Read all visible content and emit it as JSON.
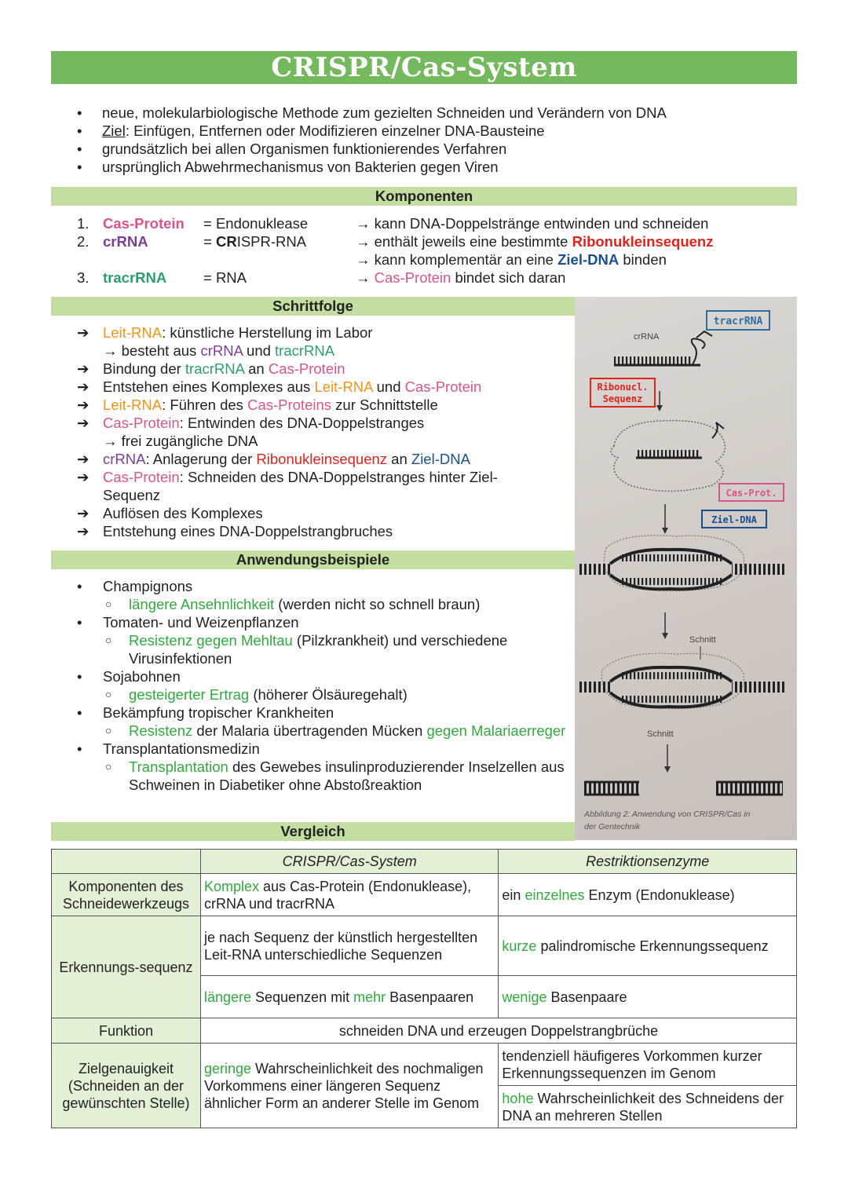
{
  "title": "CRISPR/Cas-System",
  "intro": [
    {
      "parts": [
        {
          "t": "neue, molekularbiologische Methode zum gezielten Schneiden und Verändern von DNA",
          "c": ""
        }
      ]
    },
    {
      "parts": [
        {
          "t": "Ziel",
          "c": "u"
        },
        {
          "t": ": Einfügen, Entfernen oder Modifizieren einzelner DNA-Bausteine",
          "c": ""
        }
      ]
    },
    {
      "parts": [
        {
          "t": "grundsätzlich bei allen Organismen funktionierendes Verfahren",
          "c": ""
        }
      ]
    },
    {
      "parts": [
        {
          "t": "ursprünglich Abwehrmechanismus von Bakterien gegen Viren",
          "c": ""
        }
      ]
    }
  ],
  "headings": {
    "komponenten": "Komponenten",
    "schrittfolge": "Schrittfolge",
    "anwendungen": "Anwendungsbeispiele",
    "vergleich": "Vergleich"
  },
  "components": [
    {
      "num": "1.",
      "name": "Cas-Protein",
      "color": "pink",
      "eq": "= Endonuklease",
      "desc": [
        {
          "t": "→ kann DNA-Doppelstränge entwinden und schneiden",
          "c": ""
        }
      ]
    },
    {
      "num": "2.",
      "name": "crRNA",
      "color": "purple",
      "eq_pre": "= ",
      "eq_bold": "CR",
      "eq_post": "ISPR-RNA",
      "desc": [
        {
          "t": "→ enthält jeweils eine bestimmte ",
          "c": ""
        },
        {
          "t": "Ribonukleinsequenz",
          "c": "red bold"
        }
      ]
    },
    {
      "num": "",
      "name": "",
      "color": "",
      "eq": "",
      "desc": [
        {
          "t": "→ kann komplementär an eine ",
          "c": ""
        },
        {
          "t": "Ziel-DNA",
          "c": "navy bold"
        },
        {
          "t": " binden",
          "c": ""
        }
      ]
    },
    {
      "num": "3.",
      "name": "tracrRNA",
      "color": "teal",
      "eq": "= RNA",
      "desc": [
        {
          "t": "→ ",
          "c": ""
        },
        {
          "t": "Cas-Protein",
          "c": "pink"
        },
        {
          "t": " bindet sich daran",
          "c": ""
        }
      ]
    }
  ],
  "steps": [
    {
      "arrow": true,
      "parts": [
        {
          "t": "Leit-RNA",
          "c": "orange"
        },
        {
          "t": ": künstliche Herstellung im Labor",
          "c": ""
        }
      ]
    },
    {
      "arrow": false,
      "parts": [
        {
          "t": "→ besteht aus ",
          "c": ""
        },
        {
          "t": "crRNA",
          "c": "purple"
        },
        {
          "t": " und ",
          "c": ""
        },
        {
          "t": "tracrRNA",
          "c": "teal"
        }
      ]
    },
    {
      "arrow": true,
      "parts": [
        {
          "t": "Bindung der ",
          "c": ""
        },
        {
          "t": "tracrRNA",
          "c": "teal"
        },
        {
          "t": " an ",
          "c": ""
        },
        {
          "t": "Cas-Protein",
          "c": "pink"
        }
      ]
    },
    {
      "arrow": true,
      "parts": [
        {
          "t": "Entstehen eines Komplexes aus ",
          "c": ""
        },
        {
          "t": "Leit-RNA",
          "c": "orange"
        },
        {
          "t": " und ",
          "c": ""
        },
        {
          "t": "Cas-Protein",
          "c": "pink"
        }
      ]
    },
    {
      "arrow": true,
      "parts": [
        {
          "t": "Leit-RNA",
          "c": "orange"
        },
        {
          "t": ": Führen des ",
          "c": ""
        },
        {
          "t": "Cas-Proteins",
          "c": "pink"
        },
        {
          "t": " zur Schnittstelle",
          "c": ""
        }
      ]
    },
    {
      "arrow": true,
      "parts": [
        {
          "t": "Cas-Protein",
          "c": "pink"
        },
        {
          "t": ": Entwinden des DNA-Doppelstranges",
          "c": ""
        }
      ]
    },
    {
      "arrow": false,
      "parts": [
        {
          "t": "→ frei zugängliche DNA",
          "c": ""
        }
      ]
    },
    {
      "arrow": true,
      "parts": [
        {
          "t": "crRNA",
          "c": "purple"
        },
        {
          "t": ": Anlagerung der ",
          "c": ""
        },
        {
          "t": "Ribonukleinsequenz",
          "c": "red"
        },
        {
          "t": " an ",
          "c": ""
        },
        {
          "t": "Ziel-DNA",
          "c": "navy"
        }
      ]
    },
    {
      "arrow": true,
      "parts": [
        {
          "t": "Cas-Protein",
          "c": "pink"
        },
        {
          "t": ": Schneiden des DNA-Doppelstranges hinter Ziel-",
          "c": ""
        }
      ]
    },
    {
      "arrow": false,
      "parts": [
        {
          "t": "Sequenz",
          "c": ""
        }
      ]
    },
    {
      "arrow": true,
      "parts": [
        {
          "t": "Auflösen des Komplexes",
          "c": ""
        }
      ]
    },
    {
      "arrow": true,
      "parts": [
        {
          "t": "Entstehung eines DNA-Doppelstrangbruches",
          "c": ""
        }
      ]
    }
  ],
  "applications": [
    {
      "label": "Champignons",
      "sub": [
        [
          {
            "t": "längere Ansehnlichkeit",
            "c": "green"
          },
          {
            "t": " (werden nicht so schnell braun)",
            "c": ""
          }
        ]
      ]
    },
    {
      "label": "Tomaten- und Weizenpflanzen",
      "sub": [
        [
          {
            "t": "Resistenz gegen Mehltau",
            "c": "green"
          },
          {
            "t": " (Pilzkrankheit) und verschiedene Virusinfektionen",
            "c": ""
          }
        ]
      ]
    },
    {
      "label": "Sojabohnen",
      "sub": [
        [
          {
            "t": "gesteigerter Ertrag",
            "c": "green"
          },
          {
            "t": " (höherer Ölsäuregehalt)",
            "c": ""
          }
        ]
      ]
    },
    {
      "label": "Bekämpfung tropischer Krankheiten",
      "sub": [
        [
          {
            "t": "Resistenz",
            "c": "green"
          },
          {
            "t": " der Malaria übertragenden Mücken ",
            "c": ""
          },
          {
            "t": "gegen Malariaerreger",
            "c": "green"
          }
        ]
      ]
    },
    {
      "label": "Transplantationsmedizin",
      "sub": [
        [
          {
            "t": "Transplantation",
            "c": "green"
          },
          {
            "t": " des Gewebes insulinproduzierender Inselzellen aus Schweinen in Diabetiker ohne Abstoßreaktion",
            "c": ""
          }
        ]
      ]
    }
  ],
  "diagram": {
    "tracrRNA": "tracrRNA",
    "crRNA": "crRNA",
    "ribonucl_1": "Ribonucl.",
    "ribonucl_2": "Sequenz",
    "cas_prot": "Cas-Prot.",
    "ziel_dna": "Ziel-DNA",
    "schnitt_1": "Schnitt",
    "schnitt_2": "Schnitt",
    "caption_1": "Abbildung 2: Anwendung von CRISPR/Cas in",
    "caption_2": "der Gentechnik"
  },
  "table": {
    "head": [
      "",
      "CRISPR/Cas-System",
      "Restriktionsenzyme"
    ],
    "rows": [
      {
        "label": "Komponenten des Schneidewerkzeugs",
        "crispr": [
          {
            "t": "Komplex",
            "c": "green"
          },
          {
            "t": " aus Cas-Protein (Endonuklease), crRNA und tracrRNA",
            "c": ""
          }
        ],
        "restr": [
          {
            "t": "ein ",
            "c": ""
          },
          {
            "t": "einzelnes",
            "c": "green"
          },
          {
            "t": " Enzym (Endonuklease)",
            "c": ""
          }
        ]
      },
      {
        "label": "Erkennungs-sequenz",
        "crispr": [
          {
            "t": "je nach Sequenz der künstlich hergestellten Leit-RNA unterschiedliche Sequenzen",
            "c": ""
          }
        ],
        "restr": [
          {
            "t": "kurze",
            "c": "green"
          },
          {
            "t": " palindromische Erkennungssequenz",
            "c": ""
          }
        ],
        "crispr2": [
          {
            "t": "längere",
            "c": "green"
          },
          {
            "t": " Sequenzen mit ",
            "c": ""
          },
          {
            "t": "mehr",
            "c": "green"
          },
          {
            "t": " Basenpaaren",
            "c": ""
          }
        ],
        "restr2": [
          {
            "t": "wenige",
            "c": "green"
          },
          {
            "t": " Basenpaare",
            "c": ""
          }
        ]
      },
      {
        "label": "Funktion",
        "both": "schneiden DNA und erzeugen Doppelstrangbrüche"
      },
      {
        "label": "Zielgenauigkeit (Schneiden an der gewünschten Stelle)",
        "crispr": [
          {
            "t": "geringe",
            "c": "green"
          },
          {
            "t": " Wahrscheinlichkeit des nochmaligen Vorkommens einer längeren Sequenz ähnlicher Form an anderer Stelle im Genom",
            "c": ""
          }
        ],
        "restr": [
          {
            "t": "tendenziell häufigeres Vorkommen kurzer Erkennungssequenzen im Genom",
            "c": ""
          }
        ],
        "restr2": [
          {
            "t": "hohe",
            "c": "green"
          },
          {
            "t": " Wahrscheinlichkeit des Schneidens der DNA an mehreren Stellen",
            "c": ""
          }
        ]
      }
    ]
  }
}
